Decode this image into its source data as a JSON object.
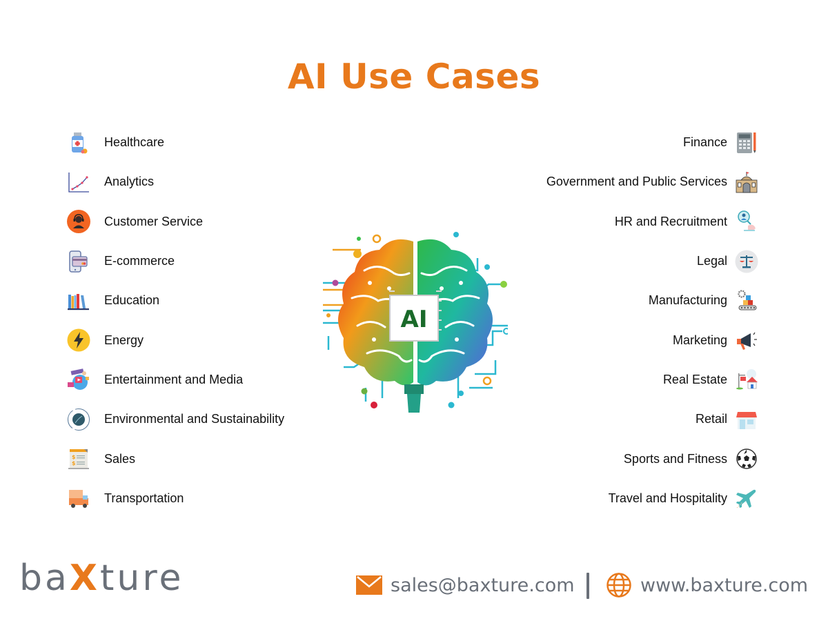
{
  "title": "AI Use Cases",
  "left_items": [
    {
      "label": "Healthcare",
      "icon": "medicine-bottle-icon"
    },
    {
      "label": "Analytics",
      "icon": "line-chart-icon"
    },
    {
      "label": "Customer Service",
      "icon": "headset-agent-icon"
    },
    {
      "label": "E-commerce",
      "icon": "mobile-card-payment-icon"
    },
    {
      "label": "Education",
      "icon": "books-icon"
    },
    {
      "label": "Energy",
      "icon": "lightning-bolt-icon"
    },
    {
      "label": "Entertainment and Media",
      "icon": "media-collage-icon"
    },
    {
      "label": "Environmental and Sustainability",
      "icon": "leaf-cycle-icon"
    },
    {
      "label": "Sales",
      "icon": "invoice-dollar-icon"
    },
    {
      "label": "Transportation",
      "icon": "delivery-truck-icon"
    }
  ],
  "right_items": [
    {
      "label": "Finance",
      "icon": "calculator-icon"
    },
    {
      "label": "Government and Public Services",
      "icon": "government-building-icon"
    },
    {
      "label": "HR and Recruitment",
      "icon": "recruitment-search-icon"
    },
    {
      "label": "Legal",
      "icon": "scales-of-justice-icon"
    },
    {
      "label": "Manufacturing",
      "icon": "conveyor-belt-icon"
    },
    {
      "label": "Marketing",
      "icon": "megaphone-icon"
    },
    {
      "label": "Real Estate",
      "icon": "house-for-sale-icon"
    },
    {
      "label": "Retail",
      "icon": "storefront-icon"
    },
    {
      "label": "Sports and Fitness",
      "icon": "soccer-ball-icon"
    },
    {
      "label": "Travel and Hospitality",
      "icon": "airplane-icon"
    }
  ],
  "center_image": {
    "chip_label": "AI",
    "icon": "ai-brain-circuit-icon"
  },
  "footer": {
    "logo_prefix": "ba",
    "logo_x": "X",
    "logo_suffix": "ture",
    "email": "sales@baxture.com",
    "website": "www.baxture.com",
    "separator": "|"
  },
  "colors": {
    "accent": "#e8791c",
    "logo_gray": "#6a7079",
    "text": "#111111"
  }
}
